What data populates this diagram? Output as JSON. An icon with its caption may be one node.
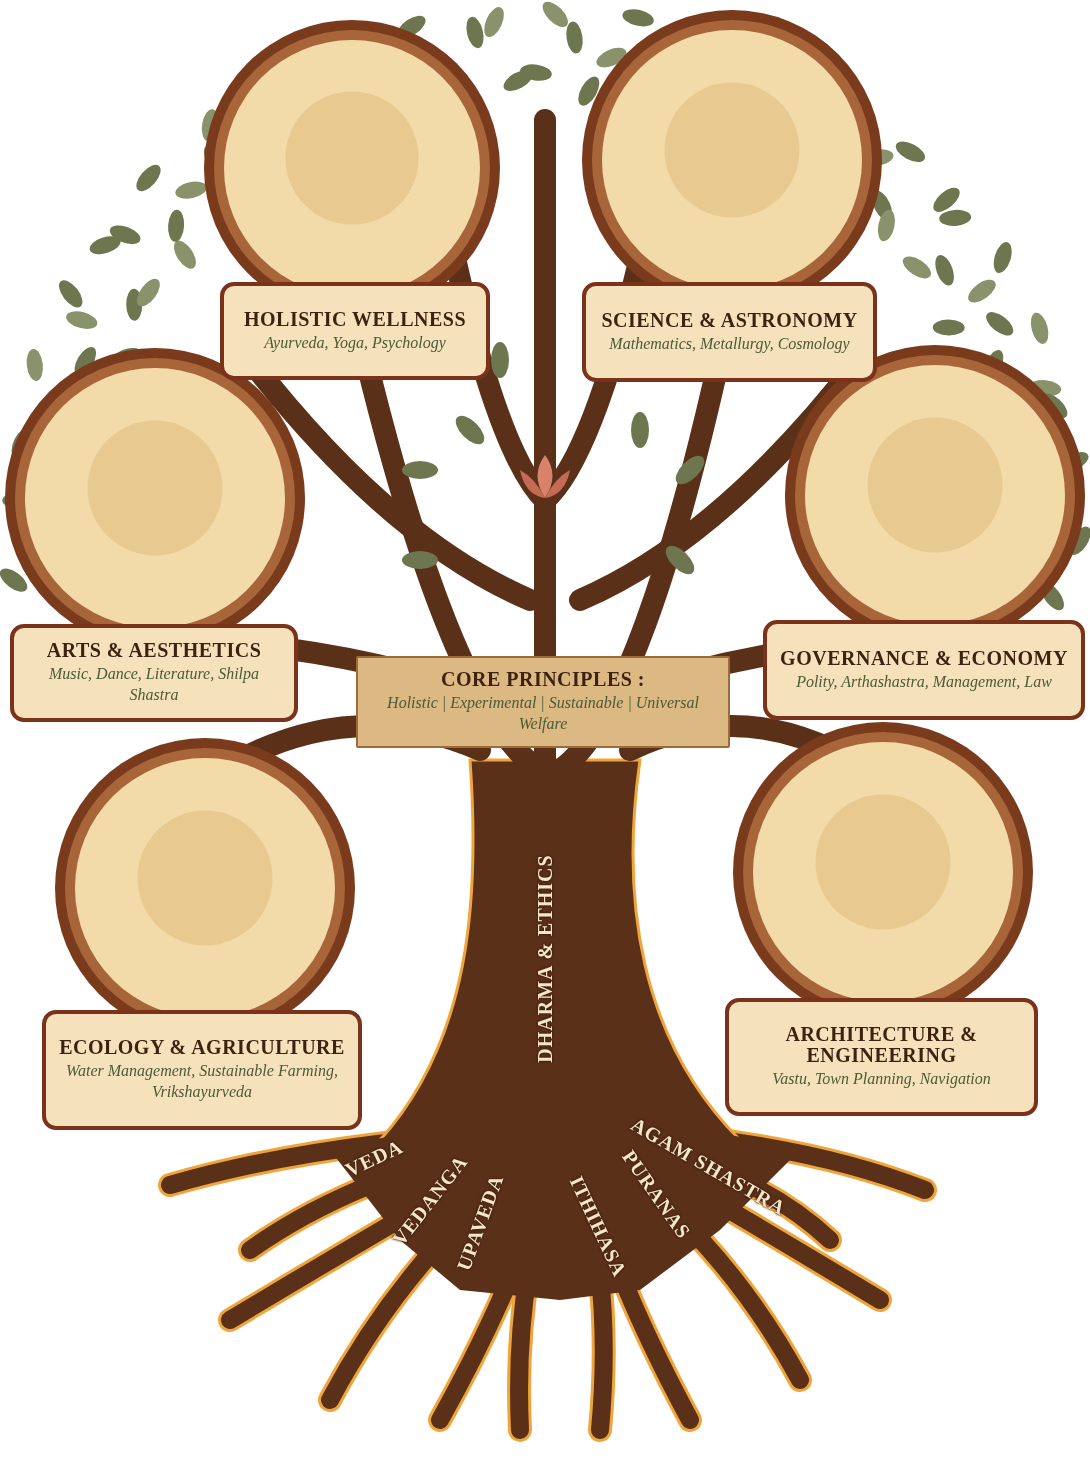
{
  "diagram": {
    "nodes": [
      {
        "text": [
          "HOLISTIC WELLNESS",
          "Ayurveda, Yoga, Psychology"
        ]
      },
      {
        "text": [
          "SCIENCE & ASTRONOMY",
          "Mathematics, Metallurgy, Cosmology"
        ]
      },
      {
        "text": [
          "ARTS & AESTHETICS",
          "Music, Dance, Literature, Shilpa Shastra"
        ]
      },
      {
        "text": [
          "GOVERNANCE & ECONOMY",
          "Polity, Arthashastra, Management, Law"
        ]
      },
      {
        "text": [
          "CORE PRINCIPLES :",
          "Holistic | Experimental | Sustainable | Universal Welfare"
        ]
      },
      {
        "text": [
          "ECOLOGY & AGRICULTURE",
          "Water Management, Sustainable Farming, Vrikshayurveda"
        ]
      },
      {
        "text": [
          "ARCHITECTURE & ENGINEERING",
          "Vastu, Town Planning, Navigation"
        ]
      }
    ],
    "labels": [
      "DHARMA & ETHICS",
      "VEDA",
      "VEDANGA",
      "UPAVEDA",
      "ITHIHASA",
      "PURANAS",
      "AGAM SHASTRA"
    ]
  }
}
